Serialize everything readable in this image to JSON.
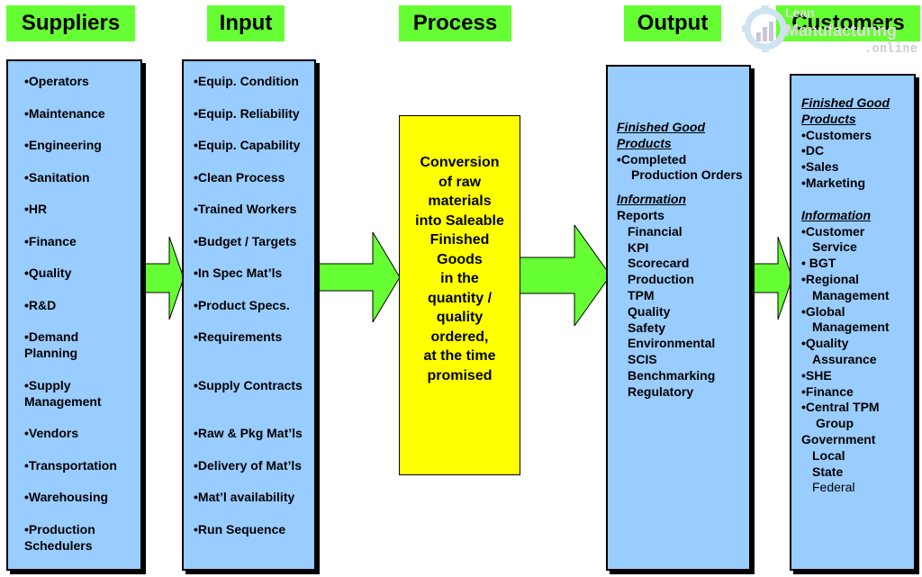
{
  "headers": {
    "suppliers": "Suppliers",
    "input": "Input",
    "process": "Process",
    "output": "Output",
    "customers": "Customers"
  },
  "logo": {
    "line1": "Lean",
    "line2": "Manufacturing",
    "line3": ".online"
  },
  "suppliers": {
    "items": [
      "•Operators",
      "•Maintenance",
      "•Engineering",
      "•Sanitation",
      "•HR",
      "•Finance",
      "•Quality",
      "•R&D",
      "•Demand",
      "Planning",
      "•Supply",
      "Management",
      "•Vendors",
      "•Transportation",
      "•Warehousing",
      "•Production",
      "Schedulers"
    ]
  },
  "input": {
    "items": [
      "•Equip. Condition",
      "•Equip. Reliability",
      "•Equip. Capability",
      "•Clean Process",
      "•Trained Workers",
      "•Budget / Targets",
      "•In Spec Mat’ls",
      "•Product Specs.",
      "•Requirements",
      "•Supply Contracts",
      "•Raw & Pkg Mat’ls",
      "•Delivery of Mat’ls",
      "•Mat’l availability",
      "•Run Sequence"
    ]
  },
  "process": {
    "lines": [
      "Conversion",
      "of raw",
      "materials",
      "into Saleable",
      "Finished",
      "Goods",
      "in the",
      "quantity /",
      "quality",
      "ordered,",
      "at the time",
      "promised"
    ]
  },
  "output": {
    "fg_heading1": "Finished Good",
    "fg_heading2": "Products",
    "fg_item1": "•Completed",
    "fg_item2": "Production Orders",
    "info_heading": "Information",
    "reports": "Reports",
    "report_items": [
      "Financial",
      "KPI",
      "Scorecard",
      "Production",
      "TPM",
      "Quality",
      "Safety",
      "Environmental",
      "SCIS",
      "Benchmarking",
      "Regulatory"
    ]
  },
  "customers": {
    "fg_heading1": "Finished Good",
    "fg_heading2": "Products",
    "fg_items": [
      "•Customers",
      "•DC",
      "•Sales",
      "•Marketing"
    ],
    "info_heading": "Information",
    "info_items": [
      "•Customer",
      "Service",
      "• BGT",
      "•Regional",
      "Management",
      "•Global",
      "Management",
      "•Quality",
      "Assurance",
      "•SHE",
      "•Finance",
      "•Central TPM",
      "Group",
      "Government",
      "Local",
      "State",
      "Federal"
    ]
  }
}
